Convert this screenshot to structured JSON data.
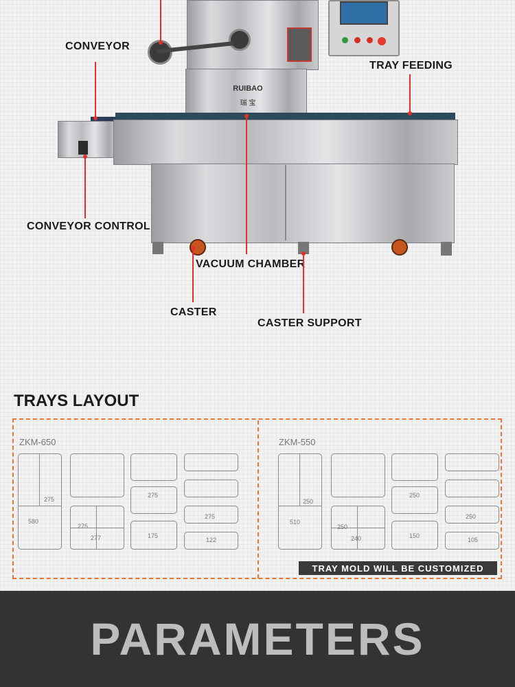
{
  "machine_callouts": {
    "conveyor": "CONVEYOR",
    "tray_feeding": "TRAY FEEDING",
    "conveyor_control": "CONVEYOR CONTROL",
    "vacuum_chamber": "VACUUM CHAMBER",
    "caster": "CASTER",
    "caster_support": "CASTER SUPPORT"
  },
  "machine_logo": "RUIBAO",
  "machine_logo_cn": "瑞 宝",
  "trays_section": {
    "title": "TRAYS LAYOUT",
    "left_model": "ZKM-650",
    "right_model": "ZKM-550",
    "left_dims": [
      "275",
      "580",
      "275",
      "277",
      "275",
      "175",
      "275",
      "122"
    ],
    "right_dims": [
      "250",
      "510",
      "250",
      "240",
      "250",
      "150",
      "250",
      "105"
    ],
    "notice": "TRAY MOLD WILL BE CUSTOMIZED"
  },
  "banner": {
    "title": "PARAMETERS"
  },
  "colors": {
    "accent": "#e0312a",
    "dashed_border": "#e8742f",
    "banner_bg": "#333333"
  }
}
